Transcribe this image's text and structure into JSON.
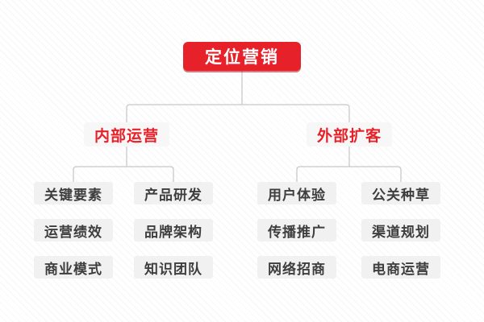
{
  "tree": {
    "root": {
      "label": "定位营销"
    },
    "branches": [
      {
        "label": "内部运营",
        "children": [
          "关键要素",
          "产品研发",
          "运营绩效",
          "品牌架构",
          "商业模式",
          "知识团队"
        ]
      },
      {
        "label": "外部扩客",
        "children": [
          "用户体验",
          "公关种草",
          "传播推广",
          "渠道规划",
          "网络招商",
          "电商运营"
        ]
      }
    ]
  },
  "colors": {
    "root_bg": "#e62129",
    "root_text": "#ffffff",
    "branch_bg": "#f7f7f7",
    "branch_text": "#e62129",
    "leaf_bg": "#f1f1f1",
    "leaf_text": "#3e3e3e",
    "connector_line": "#c8c8c8",
    "background_stripe": "#f6f6f7",
    "background": "#ffffff"
  }
}
